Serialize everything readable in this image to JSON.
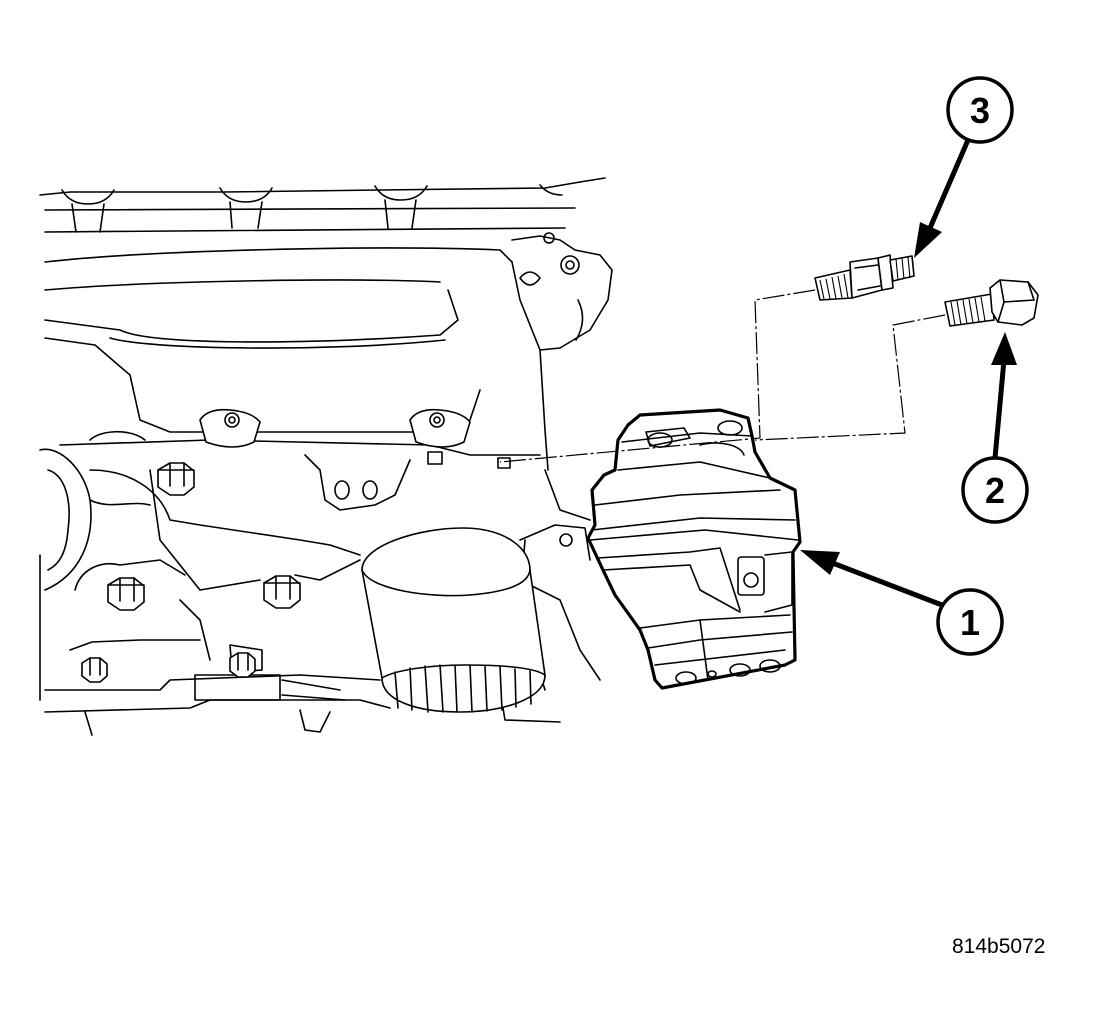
{
  "callouts": [
    {
      "label": "1"
    },
    {
      "label": "2"
    },
    {
      "label": "3"
    }
  ],
  "figure_code": "814b5072"
}
